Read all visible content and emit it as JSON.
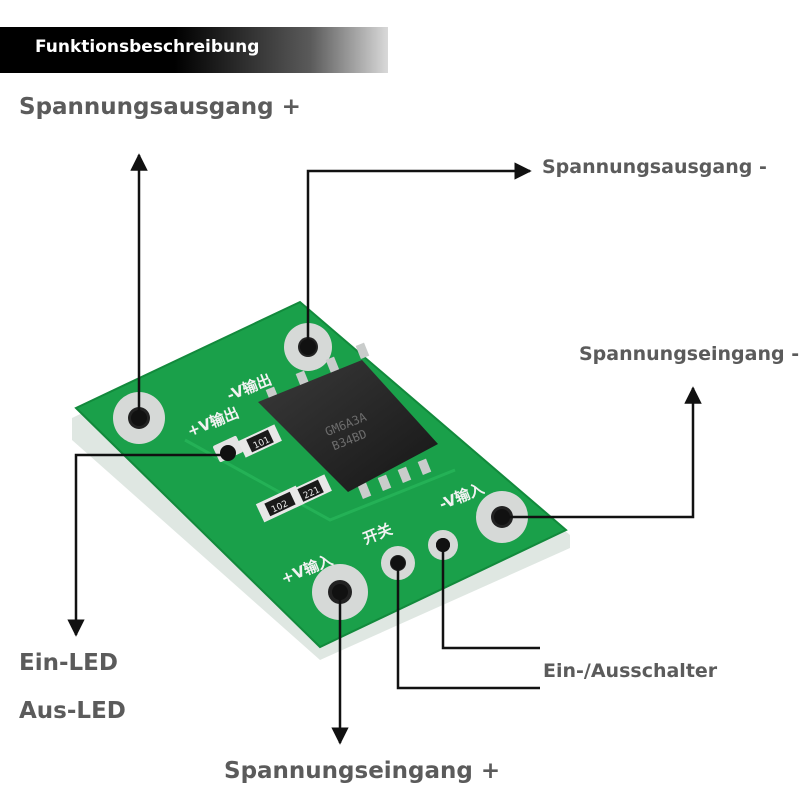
{
  "header": {
    "title": "Funktionsbeschreibung"
  },
  "labels": {
    "output_plus": "Spannungsausgang +",
    "output_minus": "Spannungsausgang -",
    "input_minus": "Spannungseingang -",
    "led_on": "Ein-LED",
    "led_off": "Aus-LED",
    "switch": "Ein-/Ausschalter",
    "input_plus": "Spannungseingang +"
  },
  "board": {
    "silk_out_minus": "-V输出",
    "silk_out_plus": "+V输出",
    "silk_in_minus": "-V输入",
    "silk_in_plus": "+V输入",
    "silk_switch": "开关",
    "resistor_1": "101",
    "resistor_2": "221",
    "resistor_3": "102",
    "chip_line1": "GM6A3A",
    "chip_line2": "B34BD"
  },
  "colors": {
    "pcb_green": "#1aa04a",
    "pcb_edge": "#e3ece6",
    "label_gray": "#5b5b5b",
    "arrow": "#111111"
  }
}
